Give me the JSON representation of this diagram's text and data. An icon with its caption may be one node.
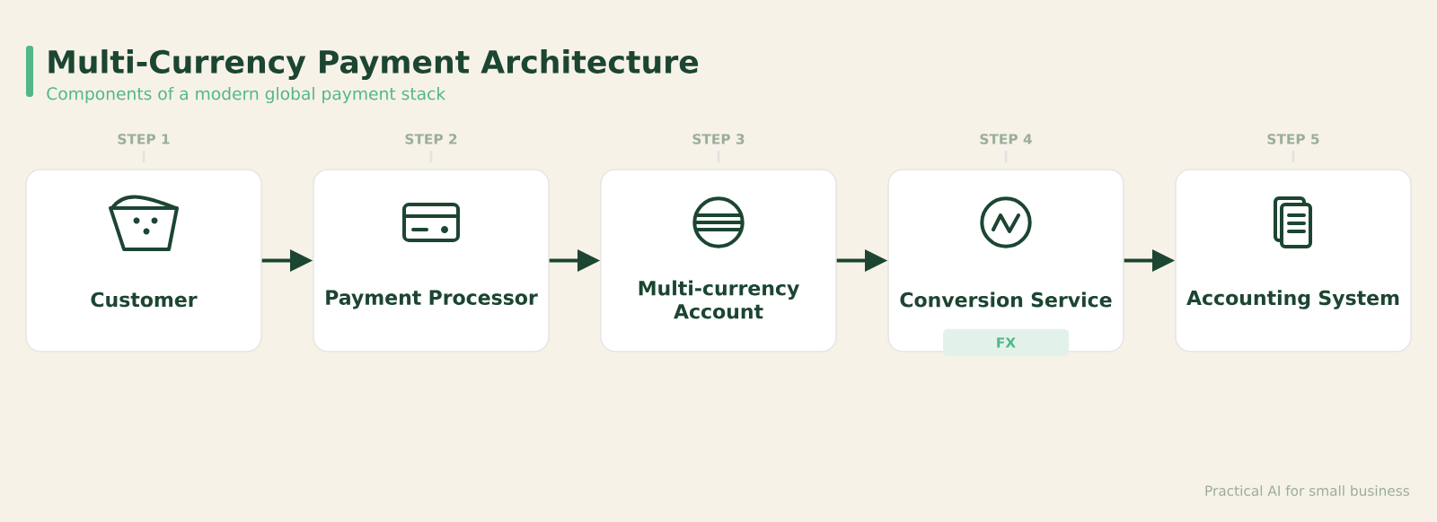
{
  "diagram": {
    "title": "Multi-Currency Payment Architecture",
    "caption": "Components of a modern global payment stack",
    "nodes": [
      {
        "text": [
          "Customer"
        ],
        "beside": [
          "STEP 1"
        ]
      },
      {
        "text": [
          "Payment Processor"
        ],
        "beside": [
          "STEP 2"
        ]
      },
      {
        "text": [
          "Multi-currency Account"
        ],
        "beside": [
          "STEP 3"
        ]
      },
      {
        "text": [
          "Conversion Service",
          "FX"
        ],
        "beside": [
          "STEP 4"
        ]
      },
      {
        "text": [
          "Accounting System"
        ],
        "beside": [
          "STEP 5"
        ]
      }
    ],
    "edges": [
      {
        "from": 0,
        "to": 1,
        "arrow": "to"
      },
      {
        "from": 1,
        "to": 2,
        "arrow": "to"
      },
      {
        "from": 2,
        "to": 3,
        "arrow": "to"
      },
      {
        "from": 3,
        "to": 4,
        "arrow": "to"
      }
    ],
    "labels": [
      "Practical AI for small business"
    ]
  }
}
